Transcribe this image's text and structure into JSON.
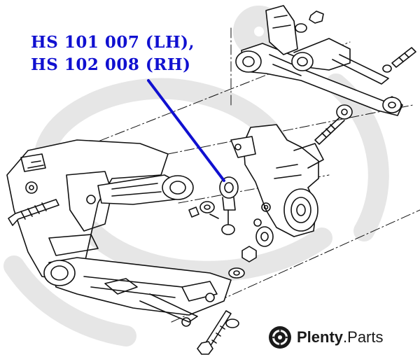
{
  "callout": {
    "lines": [
      "HS 101 007 (LH),",
      "HS 102 008 (RH)"
    ],
    "color": "#1010d0"
  },
  "brand": {
    "name": "Plenty",
    "tld": ".Parts",
    "logo_icon": "brake-disc-icon",
    "watermark_icon": "plenty-watermark-icon",
    "color": "#1a1a1a"
  },
  "drawing": {
    "subject": "rear-suspension-exploded-view",
    "line_color": "#111111",
    "watermark_color": "#e6e6e6"
  }
}
